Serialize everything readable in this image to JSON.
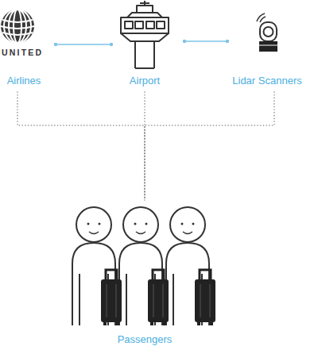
{
  "diagram": {
    "nodes": [
      {
        "text": [
          "Airlines"
        ]
      },
      {
        "text": [
          "Airport"
        ]
      },
      {
        "text": [
          "Lidar Scanners"
        ]
      },
      {
        "text": [
          "Passengers"
        ]
      }
    ],
    "edges": [
      {
        "from": 0,
        "to": 1,
        "arrow": "none"
      },
      {
        "from": 1,
        "to": 2,
        "arrow": "none"
      },
      {
        "from": 0,
        "to": 3,
        "arrow": "none"
      },
      {
        "from": 1,
        "to": 3,
        "arrow": "none"
      },
      {
        "from": 2,
        "to": 3,
        "arrow": "none"
      }
    ],
    "labels": [
      "UNITED"
    ]
  }
}
